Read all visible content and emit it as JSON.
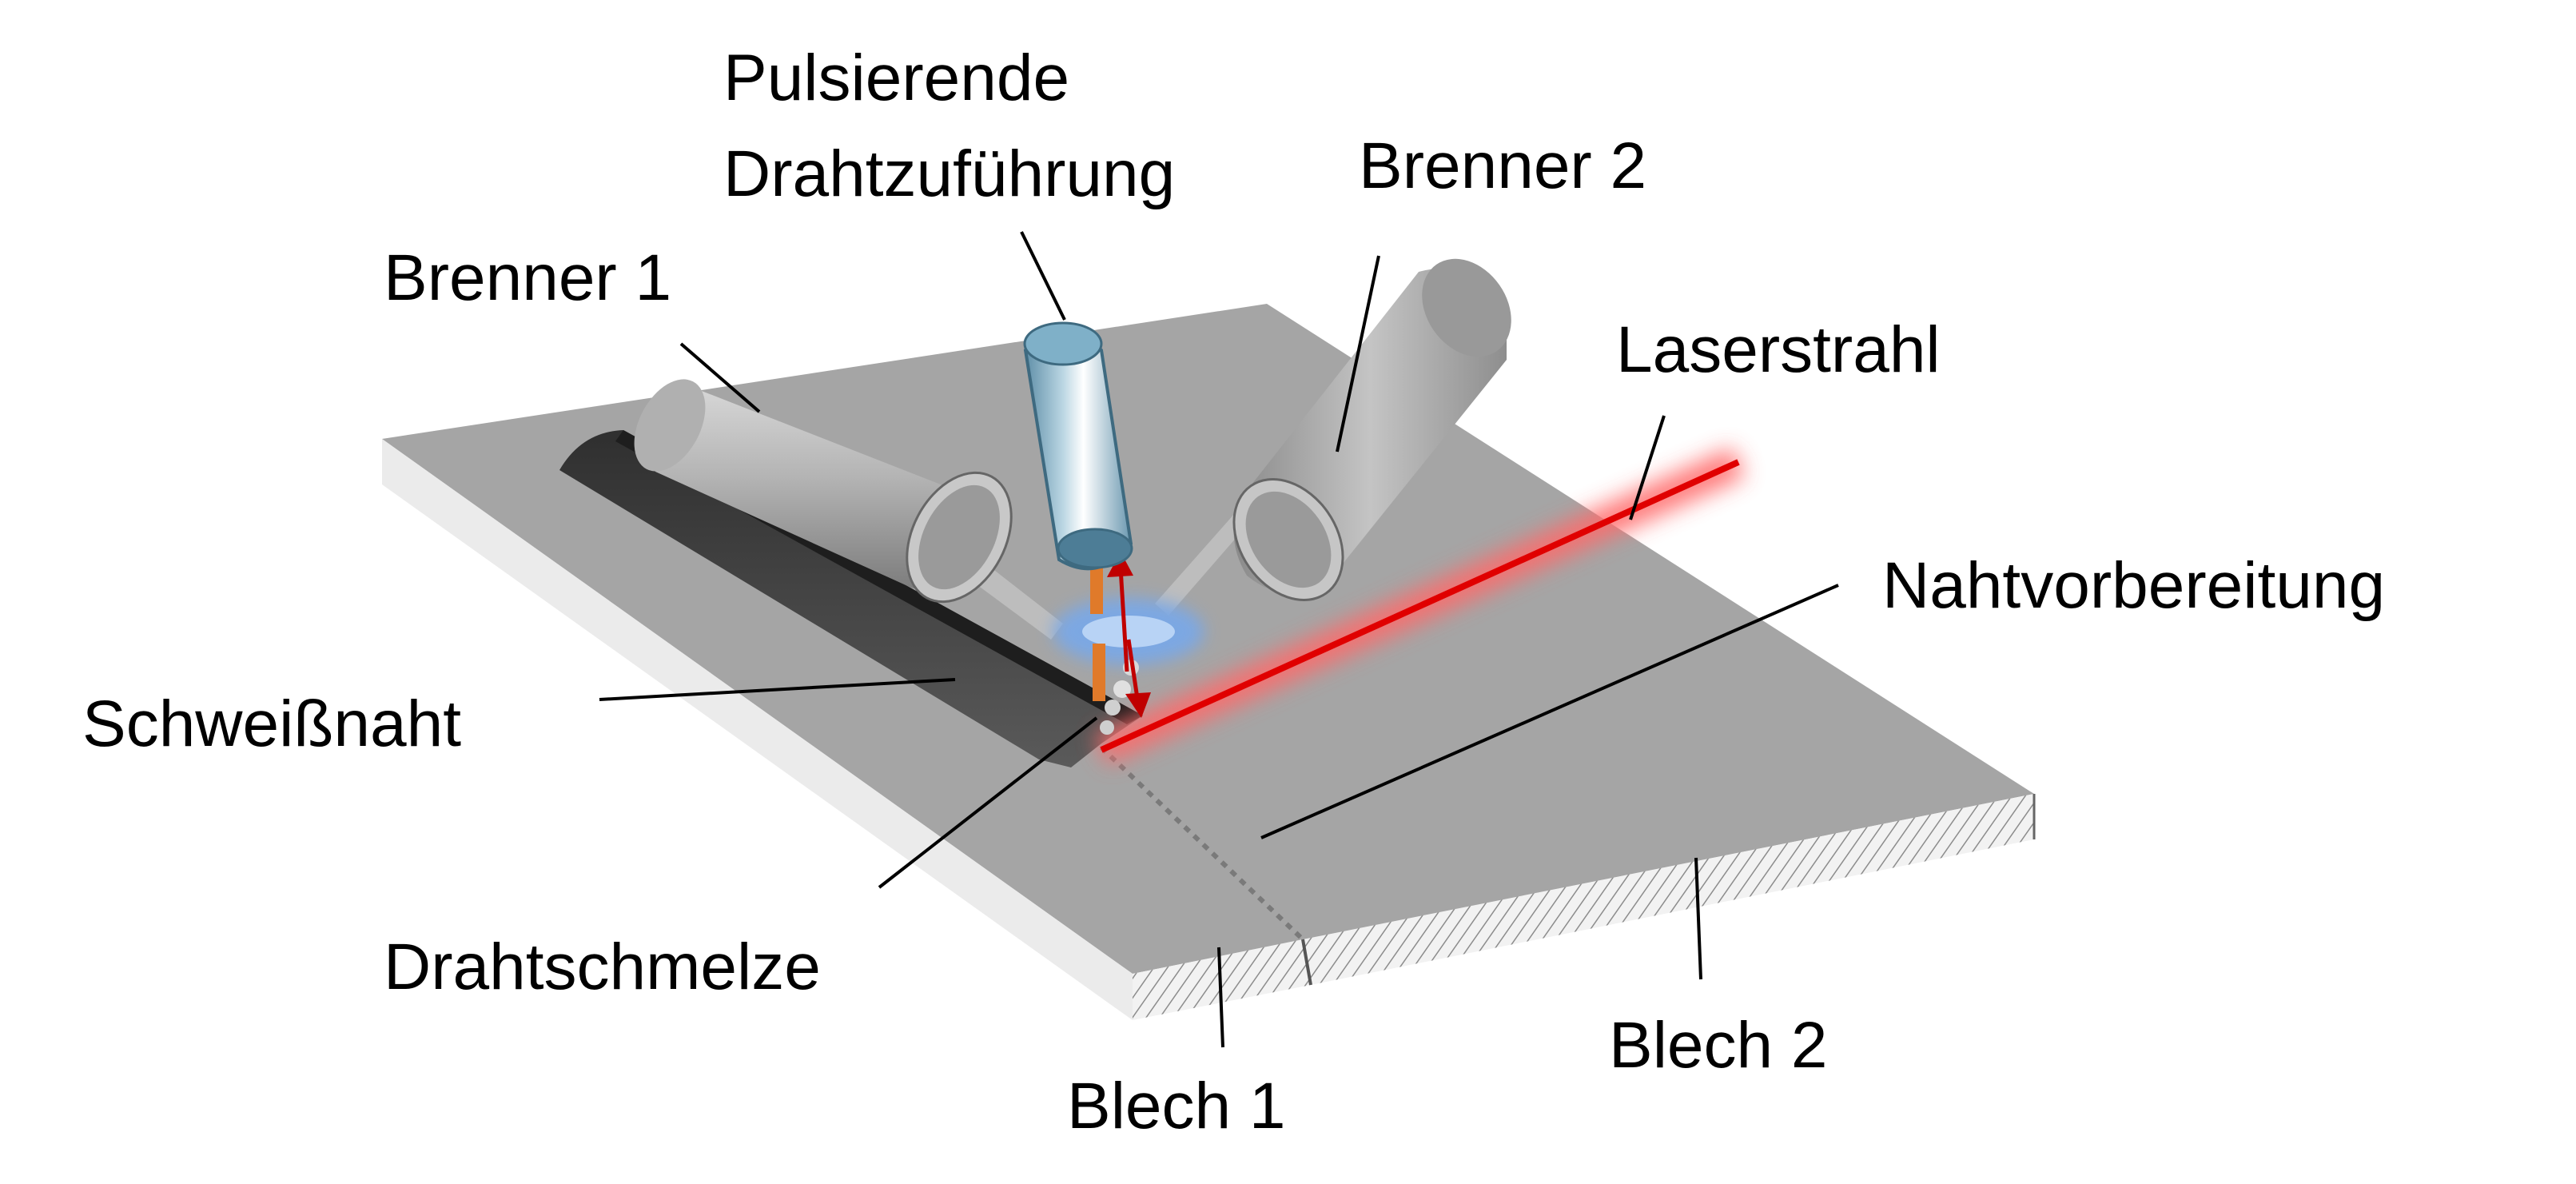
{
  "diagram": {
    "labels": {
      "wire_feed_line1": "Pulsierende",
      "wire_feed_line2": "Drahtzuführung",
      "torch_2": "Brenner 2",
      "torch_1": "Brenner 1",
      "laser_beam": "Laserstrahl",
      "seam_preparation": "Nahtvorbereitung",
      "weld_seam": "Schweißnaht",
      "wire_melt": "Drahtschmelze",
      "sheet_1": "Blech 1",
      "sheet_2": "Blech 2"
    },
    "colors": {
      "plate_top": "#a5a5a5",
      "plate_side": "#ececec",
      "weld_seam": "#404040",
      "torch": "#a9a9a9",
      "laser": "#e00000",
      "arrow": "#c00000",
      "wire": "#e07a2a",
      "arc_glow": "#7aa8e6",
      "wire_feed_nozzle": "#6f9fb8"
    }
  }
}
